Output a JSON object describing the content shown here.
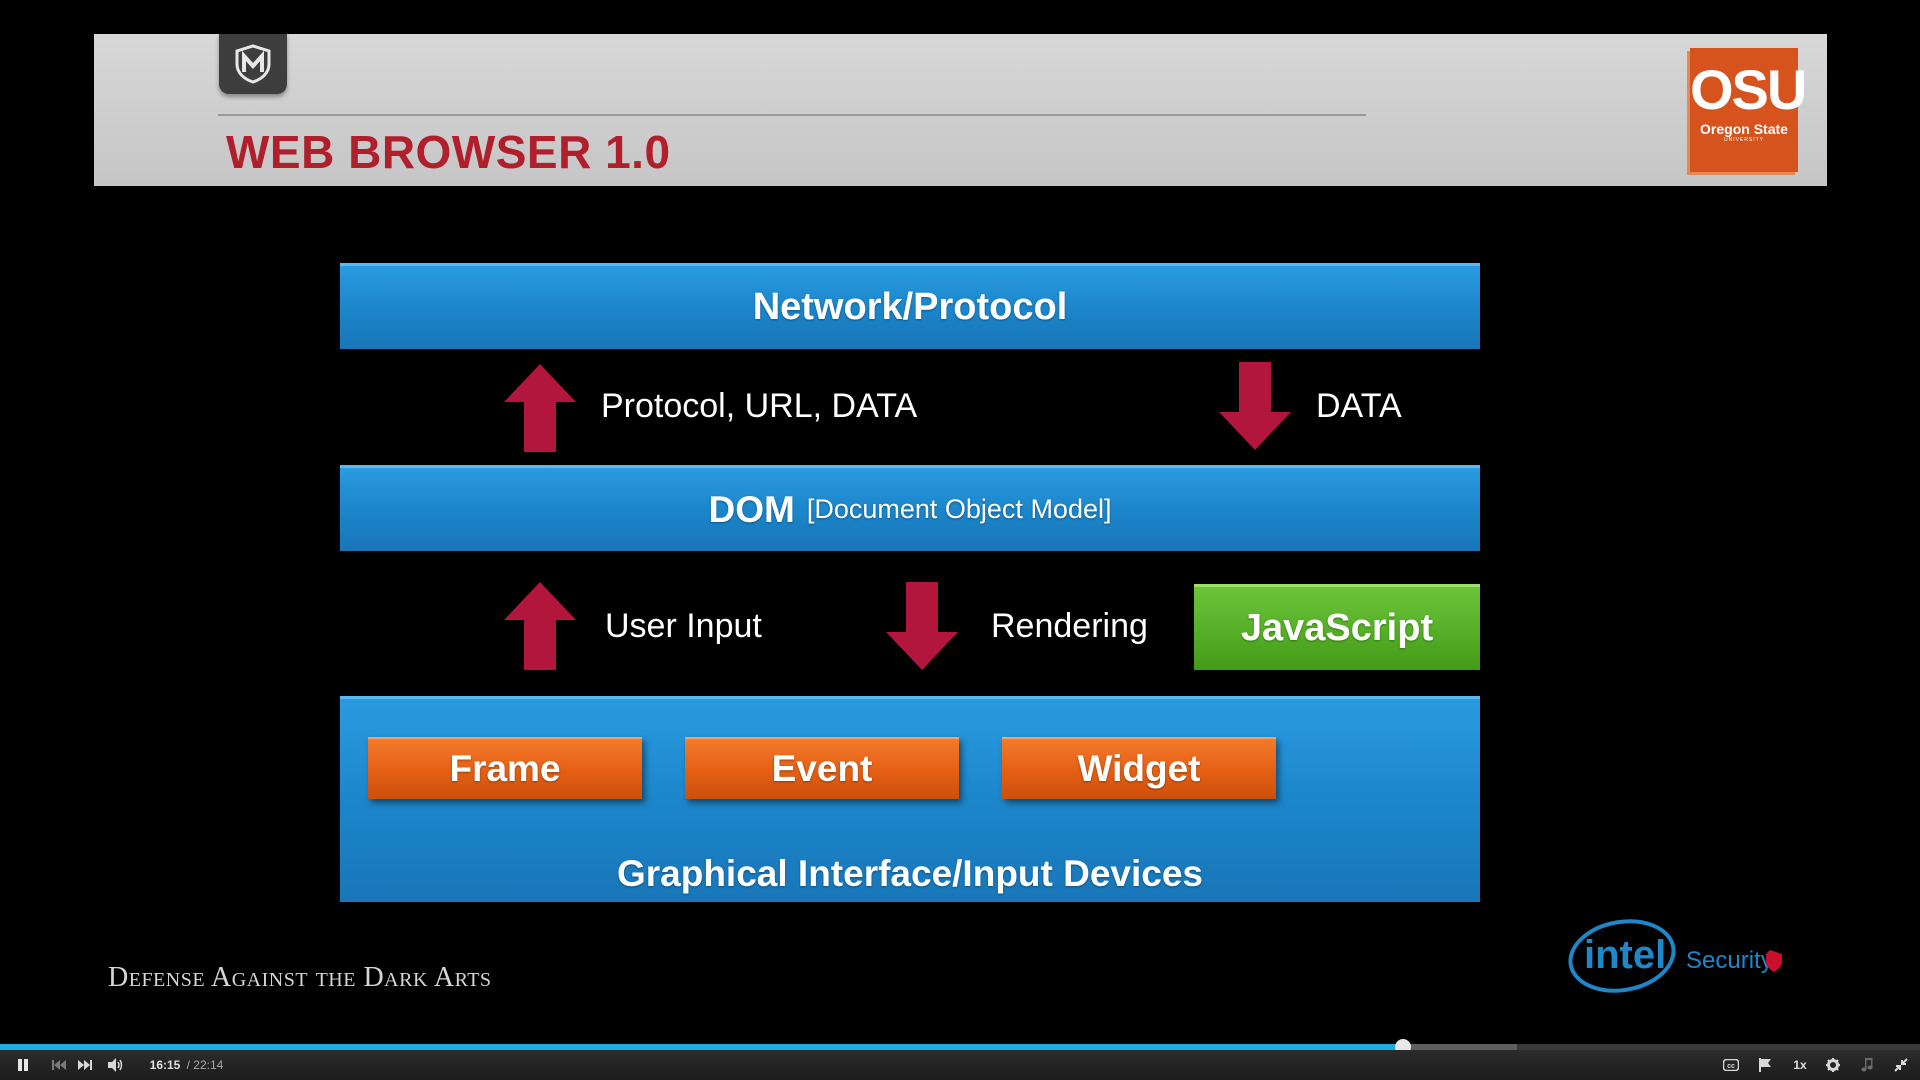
{
  "slide": {
    "title": "WEB BROWSER 1.0",
    "logos": {
      "left_badge_icon": "mcafee-shield-icon",
      "osu_main": "OSU",
      "osu_sub": "Oregon State",
      "osu_tiny": "UNIVERSITY"
    }
  },
  "diagram": {
    "network_bar": "Network/Protocol",
    "dom_bar_main": "DOM",
    "dom_bar_sub": "[Document Object Model]",
    "javascript_box": "JavaScript",
    "gui_bar": "Graphical Interface/Input Devices",
    "gui_buttons": [
      "Frame",
      "Event",
      "Widget"
    ],
    "flows": {
      "network_up": "Protocol, URL, DATA",
      "network_down": "DATA",
      "dom_up": "User Input",
      "dom_down": "Rendering"
    },
    "colors": {
      "bar_blue": "#1c86cb",
      "arrow_red": "#b3163c",
      "button_orange": "#e45f14",
      "js_green": "#55af26",
      "title_red": "#b0202c"
    }
  },
  "footer": {
    "course_title": "Defense Against the Dark Arts",
    "sponsor_main": "intel",
    "sponsor_sub": "Security"
  },
  "player": {
    "current_time": "16:15",
    "duration": "/ 22:14",
    "progress_fraction": 0.7307,
    "speed": "1x",
    "icons": {
      "play_pause": "pause-icon",
      "prev": "skip-back-icon",
      "next": "skip-forward-icon",
      "volume": "volume-icon",
      "captions": "captions-icon",
      "flag": "flag-icon",
      "settings": "gear-icon",
      "audio": "music-note-icon",
      "fullscreen": "exit-fullscreen-icon"
    },
    "colors": {
      "progress": "#1faae0"
    }
  }
}
